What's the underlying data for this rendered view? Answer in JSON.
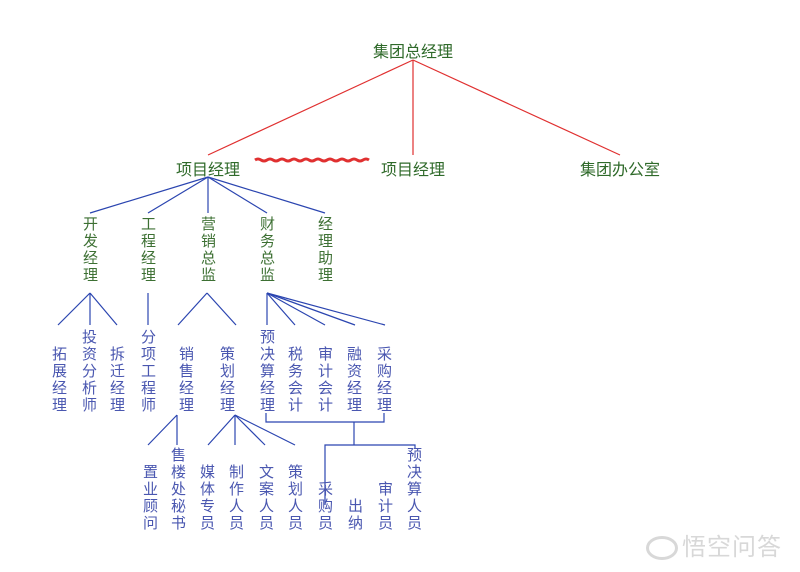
{
  "root": "集团总经理",
  "level1": [
    "项目经理",
    "项目经理",
    "集团办公室"
  ],
  "level2": [
    "开发经理",
    "工程经理",
    "营销总监",
    "财务总监",
    "经理助理"
  ],
  "level3": {
    "development": [
      "拓展经理",
      "投资分析师",
      "拆迁经理"
    ],
    "engineering": [
      "分项工程师"
    ],
    "marketing": [
      "销售经理",
      "策划经理"
    ],
    "finance": [
      "预决算经理",
      "税务会计",
      "审计会计",
      "融资经理",
      "采购经理"
    ]
  },
  "level4": {
    "sales": [
      "置业顾问",
      "售楼处秘书"
    ],
    "planning": [
      "媒体专员",
      "制作人员",
      "文案人员",
      "策划人员"
    ],
    "finance": [
      "采购员",
      "出纳",
      "审计员",
      "预决算人员"
    ]
  },
  "watermark": "悟空问答",
  "colors": {
    "top_lines": "#e03030",
    "lower_lines": "#2b45b0",
    "upper_text": "#3d7033",
    "lower_text": "#4a57b0"
  }
}
